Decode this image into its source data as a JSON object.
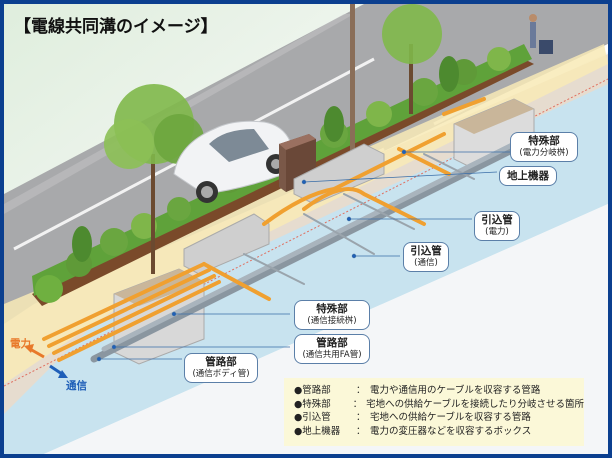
{
  "title": "【電線共同溝のイメージ】",
  "colors": {
    "frame": "#0b3f8f",
    "power_cable": "#f0a030",
    "comm_flow": "#1f5fb8",
    "power_flow": "#e8792a",
    "callout_border": "#5b7fa8",
    "legend_bg": "#fbf8d8"
  },
  "callouts": [
    {
      "id": "special-power",
      "main": "特殊部",
      "sub": "(電力分岐桝)"
    },
    {
      "id": "ground-equipment",
      "main": "地上機器",
      "sub": ""
    },
    {
      "id": "lead-in-power",
      "main": "引込管",
      "sub": "(電力)"
    },
    {
      "id": "lead-in-comm",
      "main": "引込管",
      "sub": "(通信)"
    },
    {
      "id": "special-comm",
      "main": "特殊部",
      "sub": "(通信接続桝)"
    },
    {
      "id": "conduit-fa",
      "main": "管路部",
      "sub": "(通信共用FA管)"
    },
    {
      "id": "conduit-body",
      "main": "管路部",
      "sub": "(通信ボディ管)"
    }
  ],
  "flow_labels": {
    "power": "電力",
    "comm": "通信"
  },
  "legend": [
    {
      "term": "●管路部",
      "sep": "：",
      "desc": "電力や通信用のケーブルを収容する管路"
    },
    {
      "term": "●特殊部",
      "sep": "：",
      "desc": "宅地への供給ケーブルを接続したり分岐させる箇所"
    },
    {
      "term": "●引込管",
      "sep": "：",
      "desc": "宅地への供給ケーブルを収容する管路"
    },
    {
      "term": "●地上機器",
      "sep": "：",
      "desc": "電力の変圧器などを収容するボックス"
    }
  ]
}
